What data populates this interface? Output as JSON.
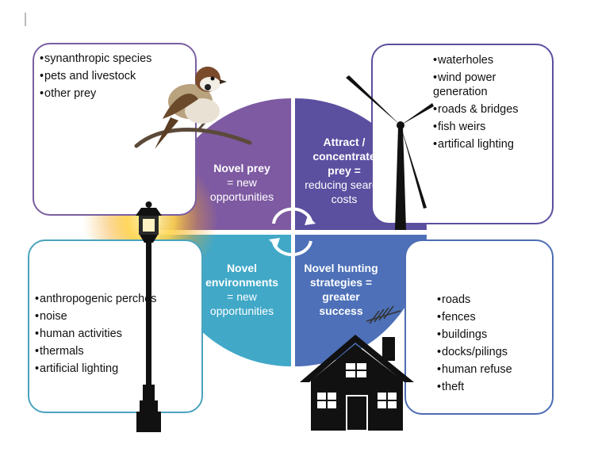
{
  "boxes": {
    "top_left": {
      "items": [
        "synanthropic species",
        "pets and livestock",
        "other prey"
      ]
    },
    "top_right": {
      "items": [
        "waterholes",
        "wind power generation",
        "roads & bridges",
        "fish weirs",
        "artifical lighting"
      ]
    },
    "bottom_left": {
      "items": [
        "anthropogenic perches",
        "noise",
        "human activities",
        "thermals",
        "artificial lighting"
      ]
    },
    "bottom_right": {
      "items": [
        "roads",
        "fences",
        "buildings",
        "docks/pilings",
        "human refuse",
        "theft"
      ]
    }
  },
  "quadrants": {
    "top_left": {
      "title": "Novel prey",
      "subtitle": "= new opportunities",
      "color": "#7e5aa2"
    },
    "top_right": {
      "title": "Attract / concentrate prey =",
      "subtitle": "reducing search costs",
      "color": "#5b4fa0"
    },
    "bottom_left": {
      "title": "Novel environments",
      "subtitle": "= new opportunities",
      "color": "#41a8c8"
    },
    "bottom_right": {
      "title": "Novel hunting strategies = greater",
      "subtitle": "success",
      "color": "#4d70b8"
    }
  },
  "icons": [
    "sparrow-icon",
    "wind-turbine-icon",
    "street-lamp-icon",
    "house-icon",
    "cycle-arrows-icon"
  ]
}
